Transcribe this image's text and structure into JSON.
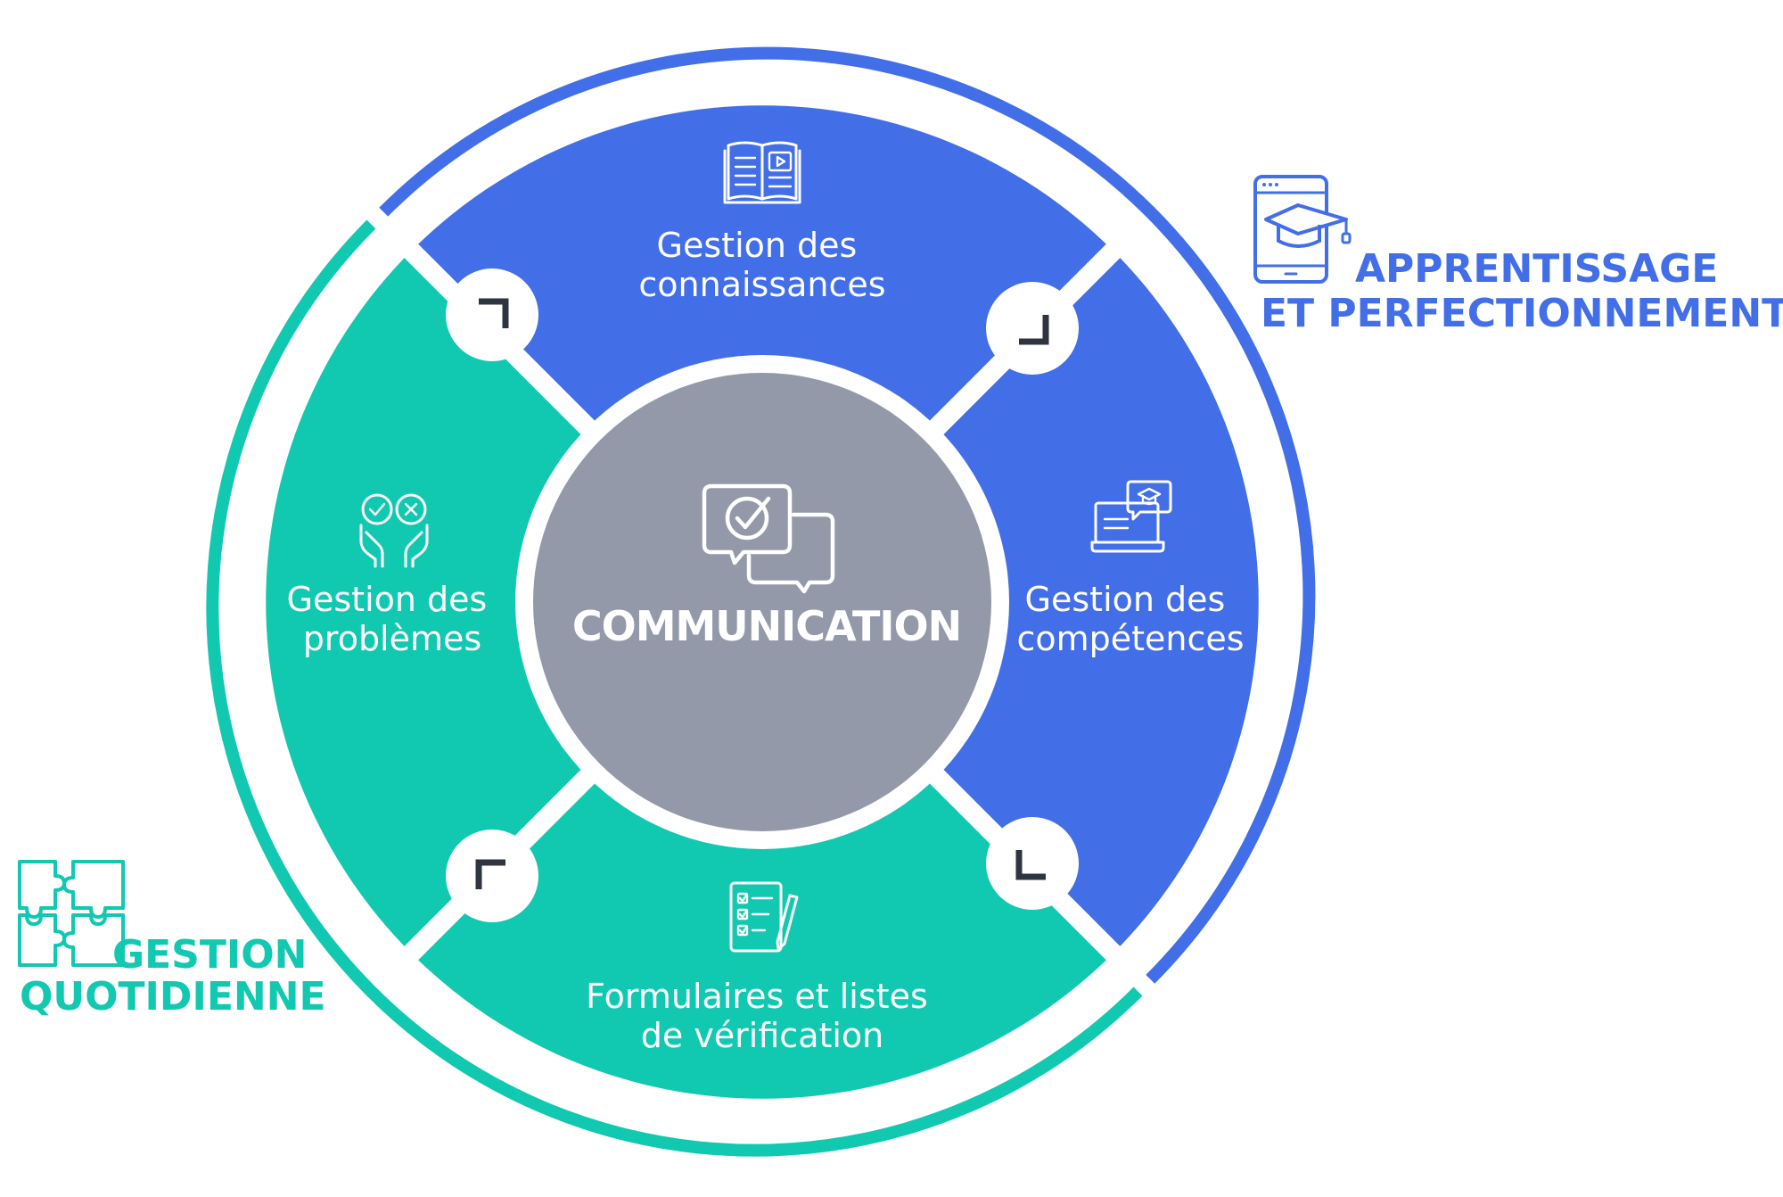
{
  "colors": {
    "blue": "#426EE8",
    "teal": "#11C8B0",
    "gray": "#9399A8",
    "corner": "#2E3440",
    "white": "#ffffff"
  },
  "center": {
    "label": "COMMUNICATION",
    "icon": "chat-bubbles-check-icon"
  },
  "segments": [
    {
      "id": "knowledge",
      "line1": "Gestion des",
      "line2": "connaissances",
      "icon": "open-book-video-icon",
      "group": "learning"
    },
    {
      "id": "skills",
      "line1": "Gestion des",
      "line2": "compétences",
      "icon": "laptop-graduation-icon",
      "group": "learning"
    },
    {
      "id": "forms",
      "line1": "Formulaires et listes",
      "line2": "de vérification",
      "icon": "checklist-pencil-icon",
      "group": "daily"
    },
    {
      "id": "problems",
      "line1": "Gestion des",
      "line2": "problèmes",
      "icon": "hands-check-cross-icon",
      "group": "daily"
    }
  ],
  "groups": {
    "learning": {
      "line1": "APPRENTISSAGE",
      "line2": "ET PERFECTIONNEMENT",
      "icon": "tablet-graduation-cap-icon",
      "color": "#426EE8"
    },
    "daily": {
      "line1": "GESTION",
      "line2": "QUOTIDIENNE",
      "icon": "puzzle-pieces-icon",
      "color": "#11C8B0"
    }
  }
}
